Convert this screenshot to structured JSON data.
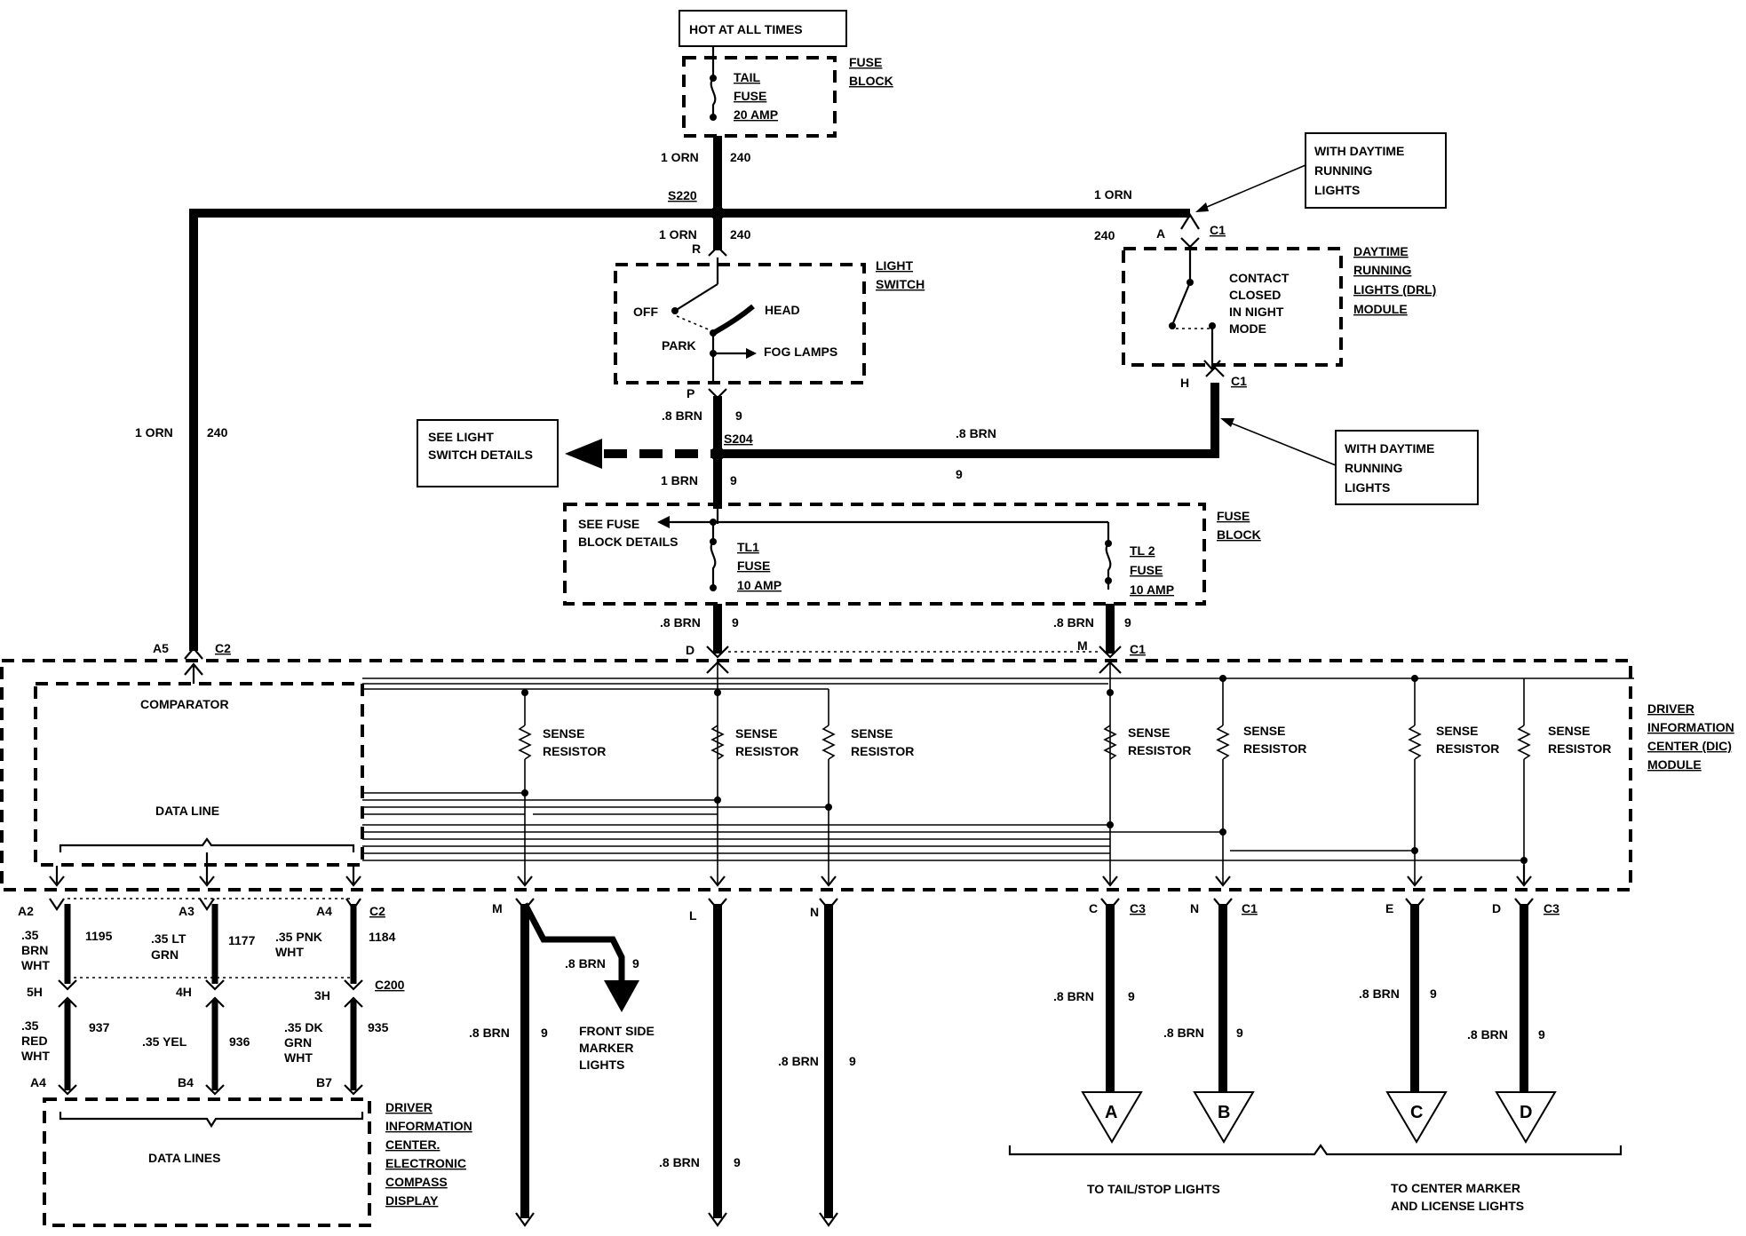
{
  "title_box": "HOT AT ALL TIMES",
  "labels": {
    "fuse_block_top_1": "FUSE",
    "fuse_block_top_2": "BLOCK",
    "tail_fuse_1": "TAIL",
    "tail_fuse_2": "FUSE",
    "tail_fuse_3": "20 AMP",
    "w_1orn_a": "1 ORN",
    "w_240_a": "240",
    "s220": "S220",
    "w_1orn_top": "1 ORN",
    "w_1orn_b": "1 ORN",
    "w_240_b": "240",
    "pin_r": "R",
    "w_240_drl": "240",
    "pin_a": "A",
    "c1_drl_top": "C1",
    "with_drl_top_1": "WITH DAYTIME",
    "with_drl_top_2": "RUNNING",
    "with_drl_top_3": "LIGHTS",
    "drl_module_1": "DAYTIME",
    "drl_module_2": "RUNNING",
    "drl_module_3": "LIGHTS (DRL)",
    "drl_module_4": "MODULE",
    "contact_1": "CONTACT",
    "contact_2": "CLOSED",
    "contact_3": "IN NIGHT",
    "contact_4": "MODE",
    "pin_h": "H",
    "c1_drl_bot": "C1",
    "light_switch_1": "LIGHT",
    "light_switch_2": "SWITCH",
    "sw_off": "OFF",
    "sw_head": "HEAD",
    "sw_park": "PARK",
    "sw_fog": "FOG LAMPS",
    "pin_p": "P",
    "w_8brn_a": ".8 BRN",
    "w_9_a": "9",
    "s204": "S204",
    "w_8brn_drl": ".8 BRN",
    "w_9_drl": "9",
    "with_drl_bot_1": "WITH DAYTIME",
    "with_drl_bot_2": "RUNNING",
    "with_drl_bot_3": "LIGHTS",
    "see_light_1": "SEE LIGHT",
    "see_light_2": "SWITCH DETAILS",
    "w_1orn_left": "1 ORN",
    "w_240_left": "240",
    "w_1brn": "1 BRN",
    "w_9_b": "9",
    "fuse_block_mid_1": "FUSE",
    "fuse_block_mid_2": "BLOCK",
    "see_fuse_1": "SEE FUSE",
    "see_fuse_2": "BLOCK DETAILS",
    "tl1_1": "TL1",
    "tl1_2": "FUSE",
    "tl1_3": "10 AMP",
    "tl2_1": "TL 2",
    "tl2_2": "FUSE",
    "tl2_3": "10 AMP",
    "w_8brn_tl1": ".8 BRN",
    "w_9_tl1": "9",
    "w_8brn_tl2": ".8 BRN",
    "w_9_tl2": "9",
    "pin_a5": "A5",
    "c2_top": "C2",
    "pin_d": "D",
    "pin_m_top": "M",
    "c1_top": "C1",
    "comparator": "COMPARATOR",
    "data_line": "DATA LINE",
    "sense": "SENSE",
    "resistor": "RESISTOR",
    "dic_1": "DRIVER",
    "dic_2": "INFORMATION",
    "dic_3": "CENTER (DIC)",
    "dic_4": "MODULE",
    "pin_a2": "A2",
    "pin_a3": "A3",
    "pin_a4_top": "A4",
    "c2_bot": "C2",
    "pin_m_bot": "M",
    "pin_l": "L",
    "pin_n_left": "N",
    "pin_c": "C",
    "c3_a": "C3",
    "pin_n_right": "N",
    "c1_b": "C1",
    "pin_e": "E",
    "pin_d_right": "D",
    "c3_b": "C3",
    "w35brn_1": ".35",
    "w35brn_2": "BRN",
    "w35brn_3": "WHT",
    "c1195": "1195",
    "w35ltgrn_1": ".35 LT",
    "w35ltgrn_2": "GRN",
    "c1177": "1177",
    "w35pnk_1": ".35 PNK",
    "w35pnk_2": "WHT",
    "c1184": "1184",
    "pin_5h": "5H",
    "pin_4h": "4H",
    "pin_3h": "3H",
    "c200": "C200",
    "w35red_1": ".35",
    "w35red_2": "RED",
    "w35red_3": "WHT",
    "c937": "937",
    "w35yel": ".35 YEL",
    "c936": "936",
    "w35dkgrn_1": ".35 DK",
    "w35dkgrn_2": "GRN",
    "w35dkgrn_3": "WHT",
    "c935": "935",
    "pin_a4_bot": "A4",
    "pin_b4": "B4",
    "pin_b7": "B7",
    "data_lines": "DATA LINES",
    "dic_compass_1": "DRIVER",
    "dic_compass_2": "INFORMATION",
    "dic_compass_3": "CENTER.",
    "dic_compass_4": "ELECTRONIC",
    "dic_compass_5": "COMPASS",
    "dic_compass_6": "DISPLAY",
    "w_8brn_m": ".8 BRN",
    "w_9_m": "9",
    "w_8brn_front": ".8 BRN",
    "w_9_front": "9",
    "front_1": "FRONT SIDE",
    "front_2": "MARKER",
    "front_3": "LIGHTS",
    "w_8brn_n": ".8 BRN",
    "w_9_n": "9",
    "w_8brn_l": ".8 BRN",
    "w_9_l": "9",
    "w_8brn_c": ".8 BRN",
    "w_9_c": "9",
    "w_8brn_nr": ".8 BRN",
    "w_9_nr": "9",
    "w_8brn_e": ".8 BRN",
    "w_9_e": "9",
    "w_8brn_dr": ".8 BRN",
    "w_9_dr": "9",
    "conn_a": "A",
    "conn_b": "B",
    "conn_c": "C",
    "conn_d": "D",
    "to_tail": "TO TAIL/STOP LIGHTS",
    "to_center_1": "TO CENTER MARKER",
    "to_center_2": "AND LICENSE LIGHTS"
  }
}
